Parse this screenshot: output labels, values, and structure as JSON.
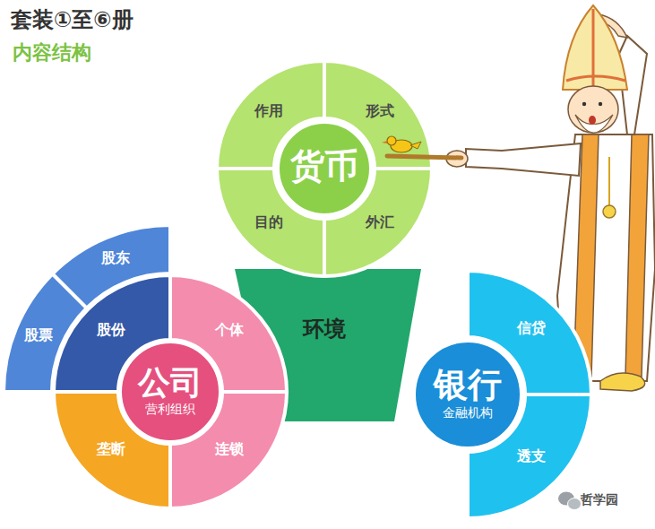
{
  "diagram": {
    "title": "套装①至⑥册",
    "nodes": [
      {
        "text": [
          "货币"
        ]
      },
      {
        "text": [
          "作用"
        ]
      },
      {
        "text": [
          "形式"
        ]
      },
      {
        "text": [
          "目的"
        ]
      },
      {
        "text": [
          "外汇"
        ]
      },
      {
        "text": [
          "环境"
        ]
      },
      {
        "text": [
          "股东"
        ]
      },
      {
        "text": [
          "股票"
        ]
      },
      {
        "text": [
          "股份"
        ]
      },
      {
        "text": [
          "个体"
        ]
      },
      {
        "text": [
          "公司",
          "营利组织"
        ]
      },
      {
        "text": [
          "垄断"
        ]
      },
      {
        "text": [
          "连锁"
        ]
      },
      {
        "text": [
          "银行",
          "金融机构"
        ]
      },
      {
        "text": [
          "信贷"
        ]
      },
      {
        "text": [
          "透支"
        ]
      }
    ],
    "labels": [
      "内容结构",
      "哲学园"
    ]
  }
}
